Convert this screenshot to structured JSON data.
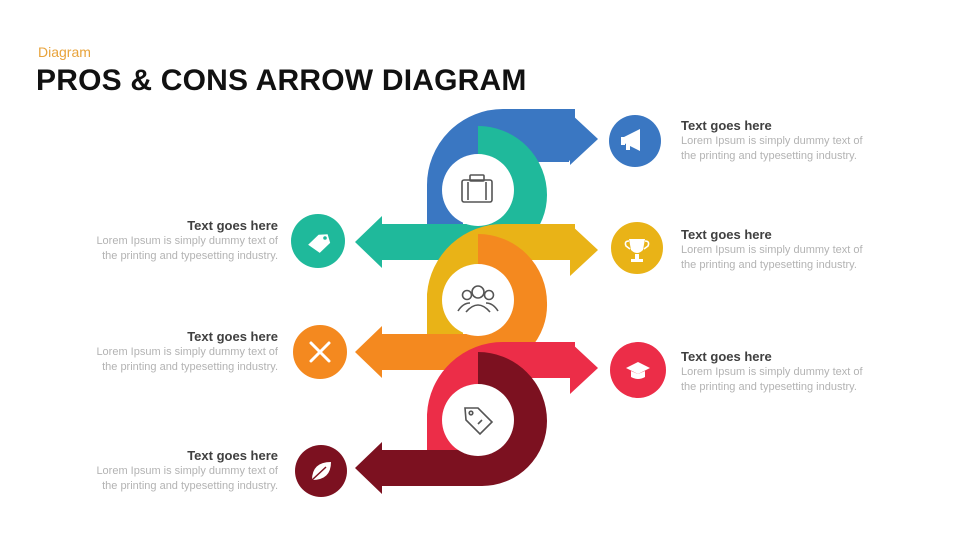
{
  "header": {
    "category": "Diagram",
    "title": "PROS & CONS ARROW DIAGRAM"
  },
  "colors": {
    "blue": "#3A77C2",
    "teal": "#1FB99B",
    "yellow": "#E9B317",
    "orange": "#F4891F",
    "red": "#EC2D48",
    "maroon": "#7C1120"
  },
  "items": [
    {
      "side": "right",
      "color": "#3A77C2",
      "icon": "megaphone-icon",
      "heading": "Text goes here",
      "body_line1": "Lorem Ipsum is simply dummy text of",
      "body_line2": "the printing and typesetting industry."
    },
    {
      "side": "left",
      "color": "#1FB99B",
      "icon": "price-tag-icon",
      "heading": "Text goes here",
      "body_line1": "Lorem Ipsum is simply dummy text of",
      "body_line2": "the printing and typesetting industry."
    },
    {
      "side": "right",
      "color": "#E9B317",
      "icon": "trophy-icon",
      "heading": "Text goes here",
      "body_line1": "Lorem Ipsum is simply dummy text of",
      "body_line2": "the printing and typesetting industry."
    },
    {
      "side": "left",
      "color": "#F4891F",
      "icon": "tools-icon",
      "heading": "Text goes here",
      "body_line1": "Lorem Ipsum is simply dummy text of",
      "body_line2": "the printing and typesetting industry."
    },
    {
      "side": "right",
      "color": "#EC2D48",
      "icon": "graduation-cap-icon",
      "heading": "Text goes here",
      "body_line1": "Lorem Ipsum is simply dummy text of",
      "body_line2": "the printing and typesetting industry."
    },
    {
      "side": "left",
      "color": "#7C1120",
      "icon": "leaf-icon",
      "heading": "Text goes here",
      "body_line1": "Lorem Ipsum is simply dummy text of",
      "body_line2": "the printing and typesetting industry."
    }
  ],
  "center_icons": [
    "luggage-icon",
    "people-group-icon",
    "tags-icon"
  ]
}
